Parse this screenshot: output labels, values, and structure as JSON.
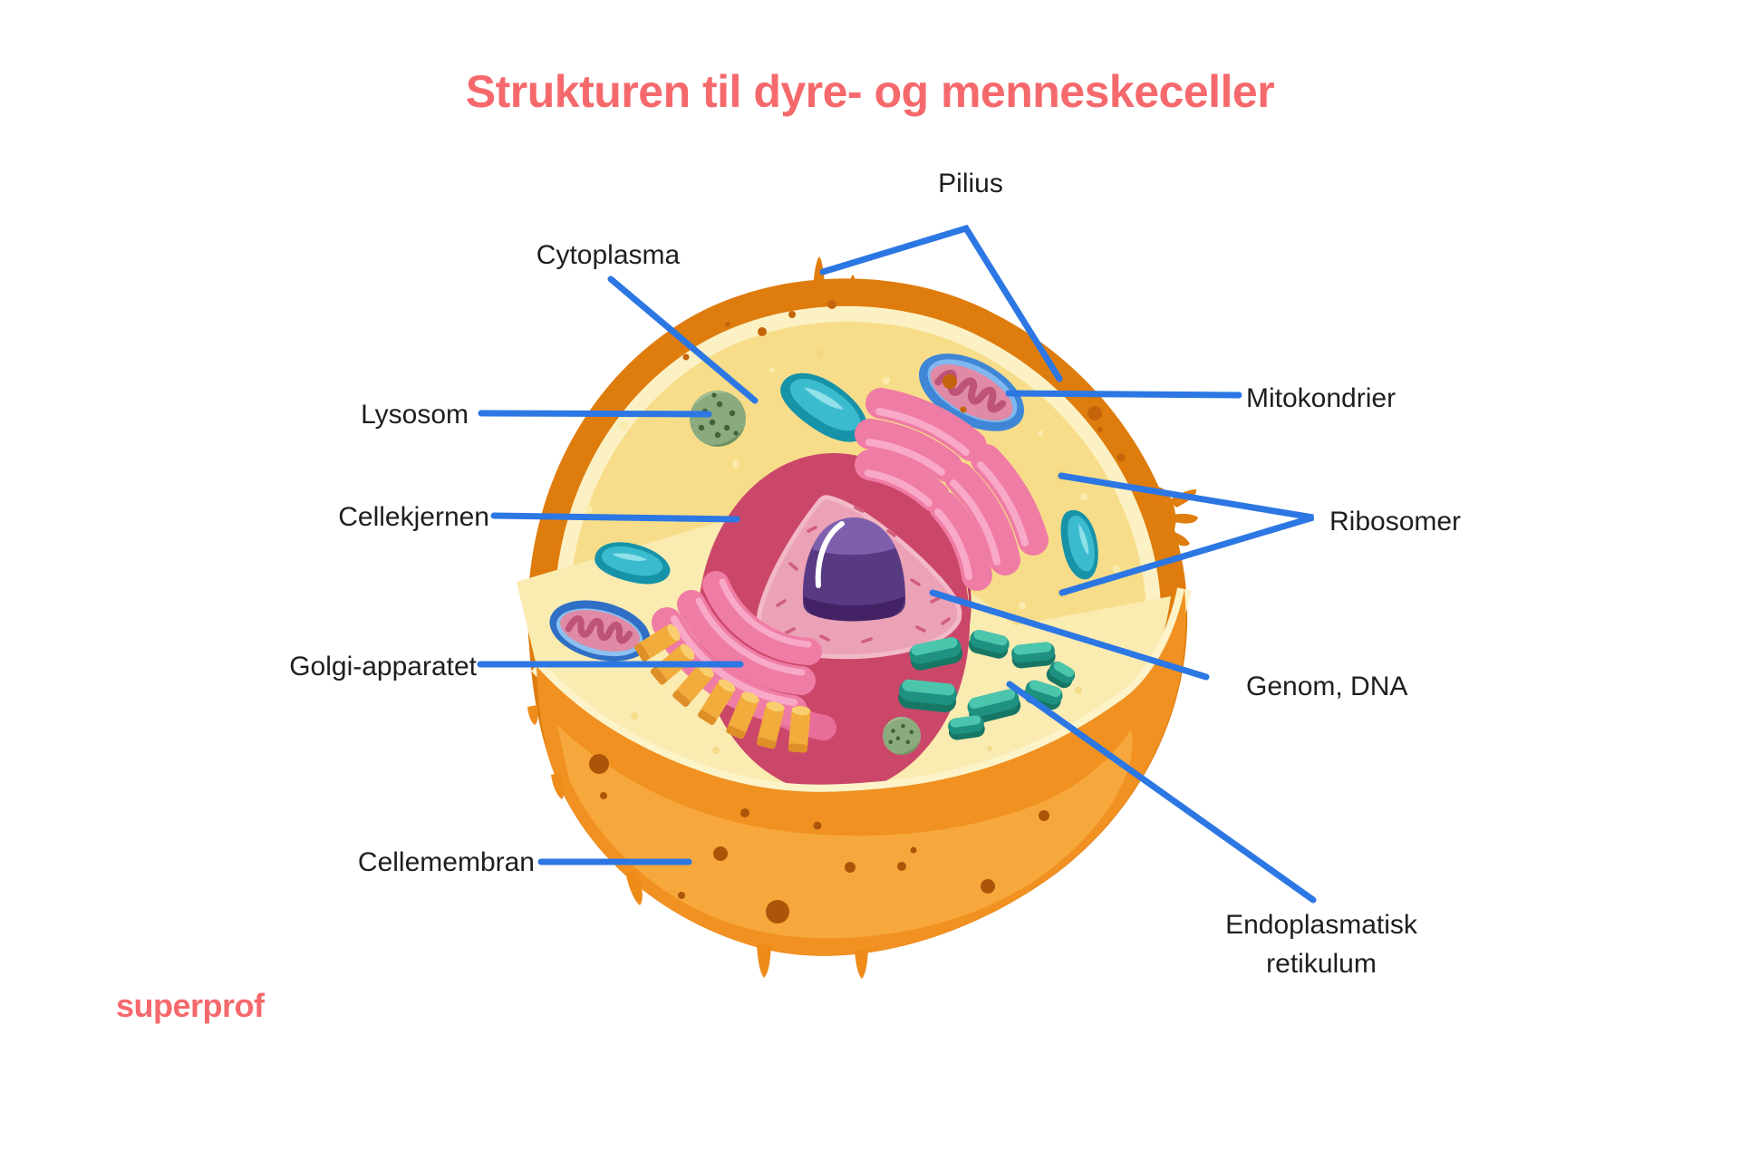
{
  "title": {
    "text": "Strukturen til dyre- og menneskeceller"
  },
  "brand": {
    "logo_text": "superprof"
  },
  "diagram": {
    "subject": "animal-and-human-cell-structure",
    "labels": {
      "pilius": "Pilius",
      "cytoplasma": "Cytoplasma",
      "lysosom": "Lysosom",
      "cellekjernen": "Cellekjernen",
      "golgi": "Golgi-apparatet",
      "cellemembran": "Cellemembran",
      "mitokondrier": "Mitokondrier",
      "ribosomer": "Ribosomer",
      "genom": "Genom, DNA",
      "endoplasmatisk_retikulum": "Endoplasmatisk retikulum"
    }
  },
  "colors": {
    "background": "#FFFFFF",
    "title_coral": "#F5696C",
    "label_text": "#1E1E1E",
    "leader_line_blue": "#2C77E3",
    "membrane_ring_orange": "#DE7C0D",
    "membrane_body_orange": "#F09122",
    "membrane_highlight_orange": "#F7A83C",
    "membrane_spot_brown": "#AC5509",
    "inner_rim_cream": "#FCF1C4",
    "cytoplasm_yellow": "#F7DD8A",
    "cytoplasm_wedge_cream": "#FAEBB1",
    "nucleus_pink": "#CB4769",
    "nucleus_face_pink": "#EBA1B6",
    "nucleolus_purple": "#573A82",
    "er_golgi_pink": "#EF7CA4",
    "golgi_vesicle_yellow": "#F2AC3C",
    "teal_organelle": "#2FB7CB",
    "green_er_teal": "#1E9180",
    "lysosome_green": "#8BAA7D",
    "mitochondrion_blue": "#3F86D6",
    "mitochondrion_pink": "#E08AA6"
  }
}
